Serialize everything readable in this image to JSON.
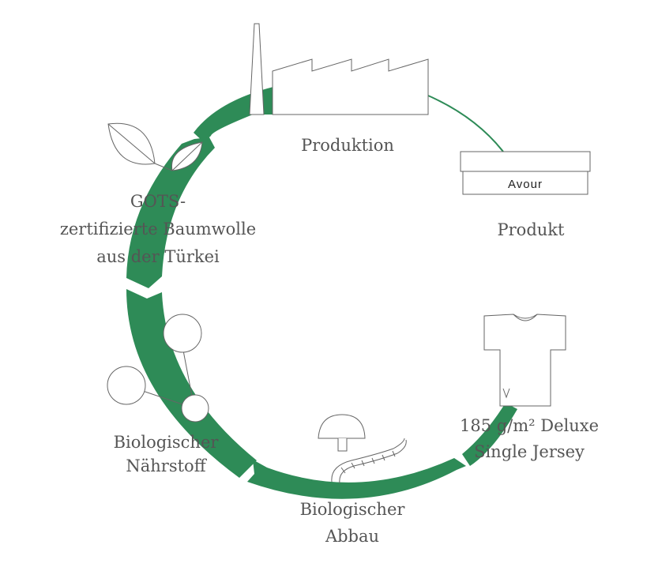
{
  "colors": {
    "cycle": "#2e8b57",
    "outline": "#666666",
    "text": "#555555"
  },
  "stages": {
    "production": {
      "label": "Produktion",
      "icon": "factory-icon"
    },
    "product": {
      "label": "Produkt",
      "icon": "product-box-icon",
      "brand": "Avour"
    },
    "fabric": {
      "line1": "185 g/m² Deluxe",
      "line2": "Single Jersey",
      "icon": "tshirt-icon"
    },
    "degradation": {
      "line1": "Biologischer",
      "line2": "Abbau",
      "icon": "mushroom-worm-icon"
    },
    "nutrient": {
      "line1": "Biologischer",
      "line2": "Nährstoff",
      "icon": "molecule-icon"
    },
    "cotton": {
      "line1": "GOTS-",
      "line2": "zertifizierte Baumwolle",
      "line3": "aus der Türkei",
      "icon": "leaf-icon"
    }
  }
}
